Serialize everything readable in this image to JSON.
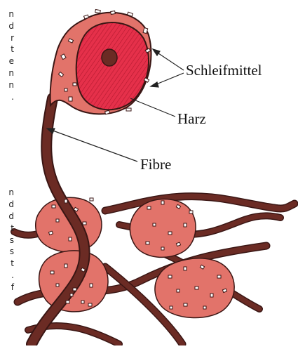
{
  "edge_text": {
    "block1": [
      "n",
      "d",
      "r",
      "t",
      "e",
      "n",
      "n",
      "."
    ],
    "block2": [
      "n",
      "d",
      "d",
      "t",
      "s",
      "s",
      "t",
      ".",
      "f"
    ]
  },
  "labels": {
    "abrasive": "Schleifmittel",
    "resin": "Harz",
    "fibre": "Fibre"
  },
  "colors": {
    "resin": "#e2736a",
    "resin_cross_section": "#e5304a",
    "fibre": "#6b2b24",
    "abrasive_grain": "#ffffff",
    "outline": "#3a1614"
  }
}
